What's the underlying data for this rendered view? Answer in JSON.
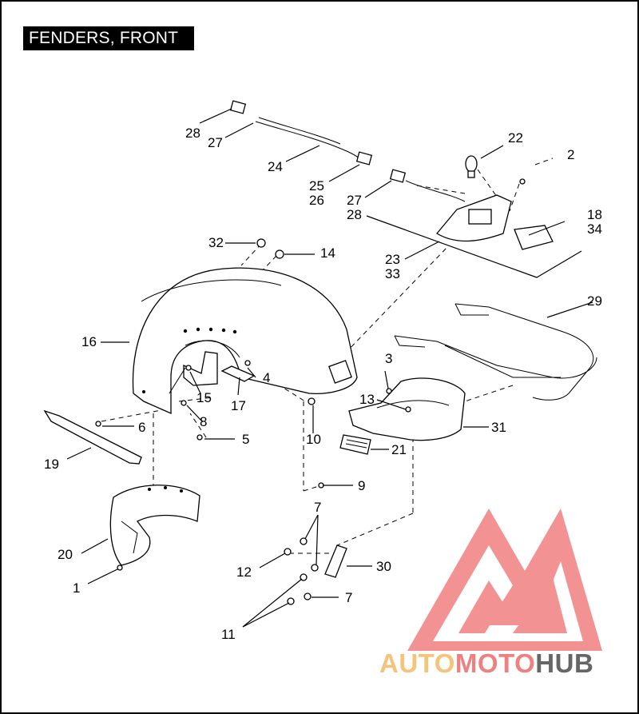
{
  "title": "FENDERS, FRONT",
  "callouts": {
    "c1": "1",
    "c2": "2",
    "c3": "3",
    "c4": "4",
    "c5": "5",
    "c6": "6",
    "c7a": "7",
    "c7b": "7",
    "c8": "8",
    "c9": "9",
    "c10": "10",
    "c11": "11",
    "c12": "12",
    "c13": "13",
    "c14": "14",
    "c15": "15",
    "c16": "16",
    "c17": "17",
    "c18": "18",
    "c19": "19",
    "c20": "20",
    "c21": "21",
    "c22": "22",
    "c23": "23",
    "c24": "24",
    "c25": "25",
    "c26": "26",
    "c27a": "27",
    "c27b": "27",
    "c28a": "28",
    "c28b": "28",
    "c29": "29",
    "c30": "30",
    "c31": "31",
    "c32": "32",
    "c33": "33",
    "c34": "34"
  },
  "watermark": {
    "part1": "AUTO",
    "part2": "MOTO",
    "part3": "HUB",
    "color_light": "#f5c47a",
    "color_accent": "#f08080",
    "color_dark": "#666666"
  }
}
